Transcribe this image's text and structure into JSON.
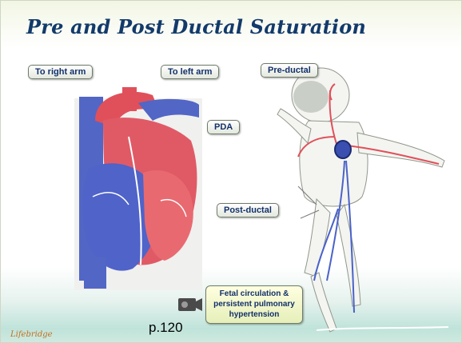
{
  "slide": {
    "title": "Pre and Post Ductal Saturation",
    "labels": {
      "to_right_arm": "To right arm",
      "to_left_arm": "To left arm",
      "pre_ductal": "Pre-ductal",
      "pda": "PDA",
      "post_ductal": "Post-ductal"
    },
    "fetal_box": {
      "line1": "Fetal circulation &",
      "line2": "persistent pulmonary",
      "line3": "hypertension"
    },
    "page_number": "p.120",
    "footer_logo": "Lifebridge"
  },
  "colors": {
    "title": "#123a6b",
    "arterial_red": "#e0505a",
    "venous_blue": "#4a62c8",
    "label_text": "#12306a"
  },
  "icons": [
    "video-camera-icon"
  ]
}
